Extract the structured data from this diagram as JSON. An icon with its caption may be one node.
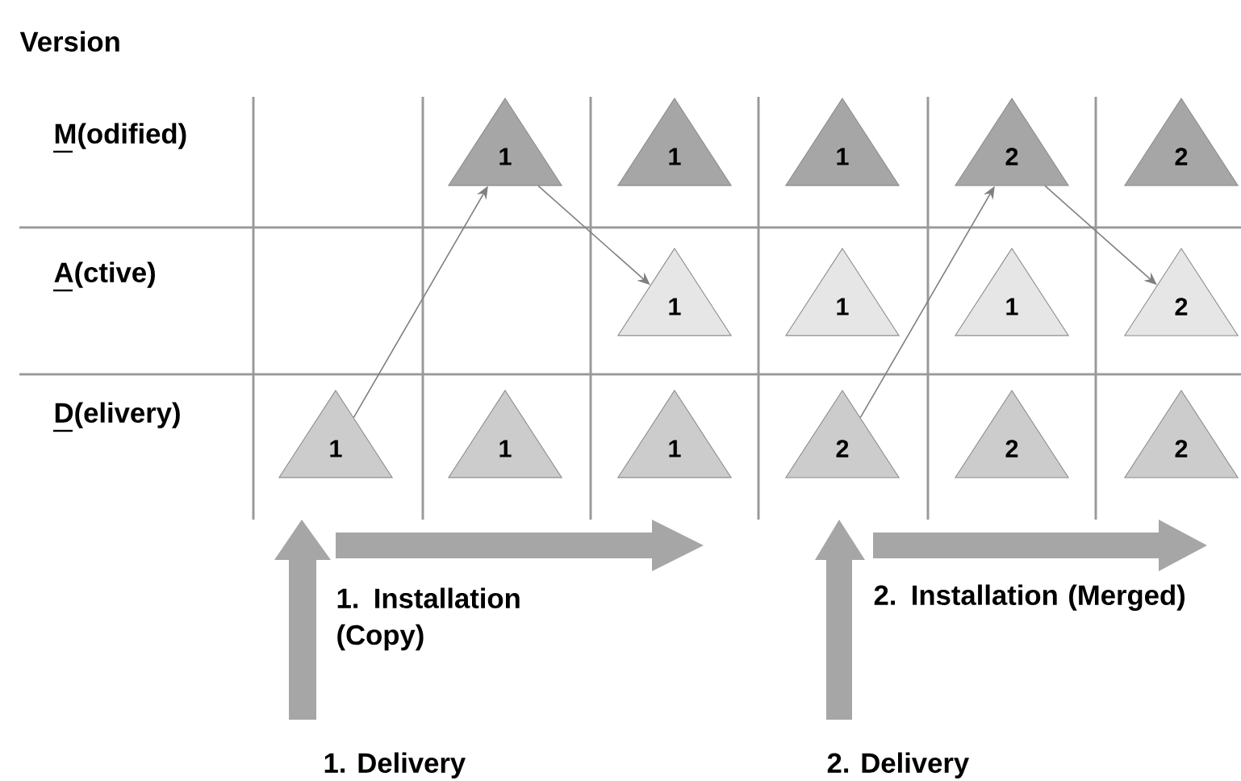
{
  "diagram": {
    "nodes": [
      {
        "text": [
          "1"
        ]
      },
      {
        "text": [
          "1"
        ]
      },
      {
        "text": [
          "1"
        ]
      },
      {
        "text": [
          "2"
        ]
      },
      {
        "text": [
          "2"
        ]
      },
      {
        "text": [
          "1"
        ]
      },
      {
        "text": [
          "1"
        ]
      },
      {
        "text": [
          "1"
        ]
      },
      {
        "text": [
          "2"
        ]
      },
      {
        "text": [
          "1"
        ]
      },
      {
        "text": [
          "1"
        ]
      },
      {
        "text": [
          "1"
        ]
      },
      {
        "text": [
          "2"
        ]
      },
      {
        "text": [
          "2"
        ]
      },
      {
        "text": [
          "2"
        ]
      }
    ],
    "edges": [
      {
        "from": 9,
        "to": 0,
        "arrow": "to"
      },
      {
        "from": 0,
        "to": 5,
        "arrow": "to"
      },
      {
        "from": 12,
        "to": 3,
        "arrow": "to"
      },
      {
        "from": 3,
        "to": 8,
        "arrow": "to"
      }
    ],
    "labels": [
      "Version",
      "M(odified)",
      "A(ctive)",
      "D(elivery)",
      "1. Installation (Copy)",
      "1. Delivery",
      "2. Installation (Merged)",
      "2. Delivery"
    ]
  }
}
